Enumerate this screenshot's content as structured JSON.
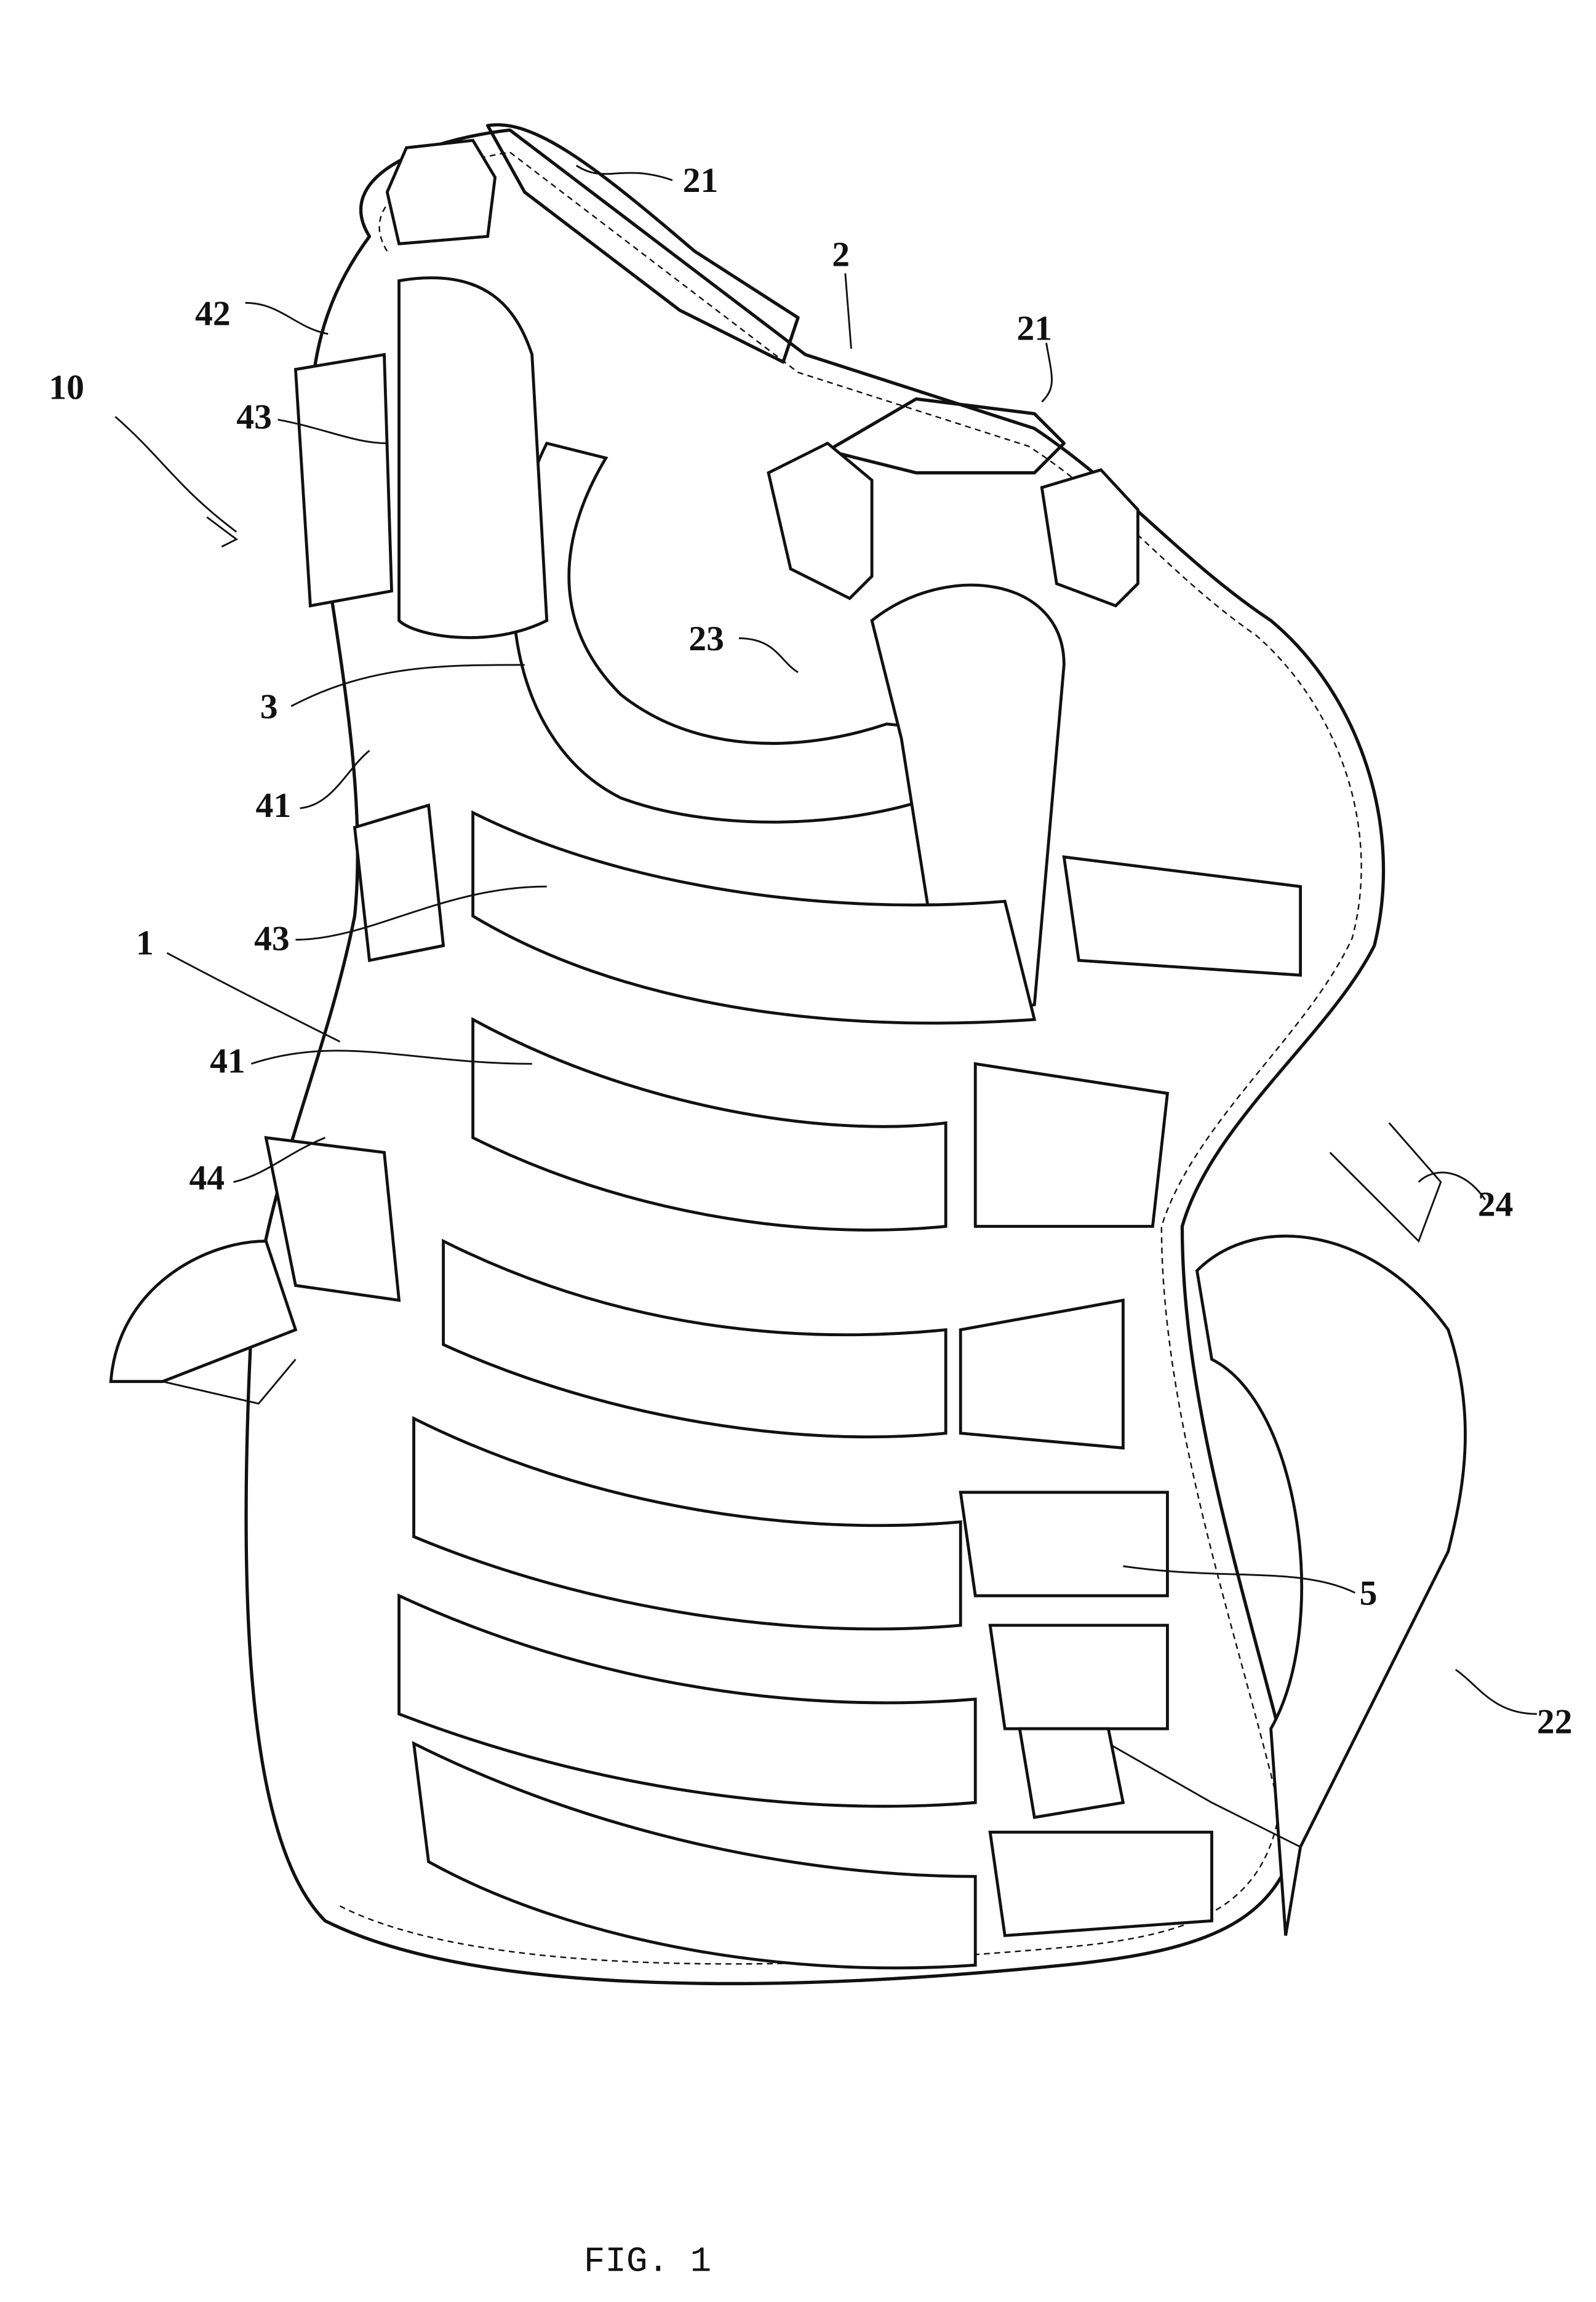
{
  "figure": {
    "caption": "FIG. 1",
    "labels": {
      "vest": "10",
      "harness": "2",
      "strap_top_left": "21",
      "strap_top_right": "21",
      "side_pad": "42",
      "upper_pad_left": "43",
      "neck_pad": "23",
      "collar": "3",
      "pad_row_upper": "41",
      "upper_pad_center": "43",
      "body": "1",
      "pad_row_lower": "41",
      "edge_pad": "44",
      "side_buckle": "24",
      "rivet": "5",
      "lower_strap": "22"
    }
  }
}
